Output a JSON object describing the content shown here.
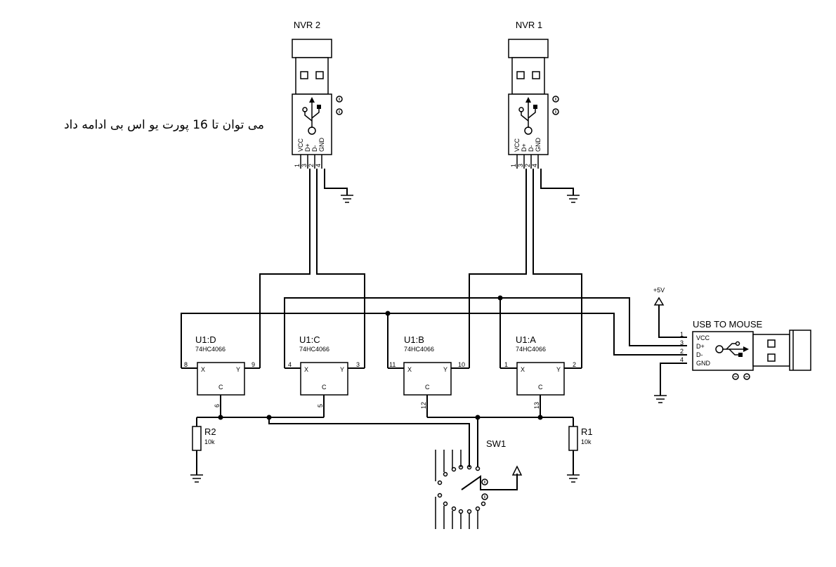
{
  "annotation": "می توان تا 16 پورت یو اس بی ادامه داد",
  "connectors": {
    "nvr2": {
      "label": "NVR 2",
      "pins": [
        "VCC",
        "D+",
        "D-",
        "GND"
      ],
      "pin_numbers": [
        "1",
        "3",
        "2",
        "4"
      ]
    },
    "nvr1": {
      "label": "NVR 1",
      "pins": [
        "VCC",
        "D+",
        "D-",
        "GND"
      ],
      "pin_numbers": [
        "1",
        "3",
        "2",
        "4"
      ]
    },
    "mouse": {
      "label": "USB TO MOUSE",
      "pins": [
        "VCC",
        "D+",
        "D-",
        "GND"
      ],
      "pin_numbers": [
        "1",
        "3",
        "2",
        "4"
      ]
    }
  },
  "power": {
    "label": "+5V"
  },
  "switches": [
    {
      "name": "U1:D",
      "part": "74HC4066",
      "x_pin": "8",
      "y_pin": "9",
      "c_pin": "6",
      "x_label": "X",
      "y_label": "Y",
      "c_label": "C"
    },
    {
      "name": "U1:C",
      "part": "74HC4066",
      "x_pin": "4",
      "y_pin": "3",
      "c_pin": "5",
      "x_label": "X",
      "y_label": "Y",
      "c_label": "C"
    },
    {
      "name": "U1:B",
      "part": "74HC4066",
      "x_pin": "11",
      "y_pin": "10",
      "c_pin": "12",
      "x_label": "X",
      "y_label": "Y",
      "c_label": "C"
    },
    {
      "name": "U1:A",
      "part": "74HC4066",
      "x_pin": "1",
      "y_pin": "2",
      "c_pin": "13",
      "x_label": "X",
      "y_label": "Y",
      "c_label": "C"
    }
  ],
  "resistors": [
    {
      "name": "R2",
      "value": "10k"
    },
    {
      "name": "R1",
      "value": "10k"
    }
  ],
  "selector": {
    "name": "SW1"
  }
}
